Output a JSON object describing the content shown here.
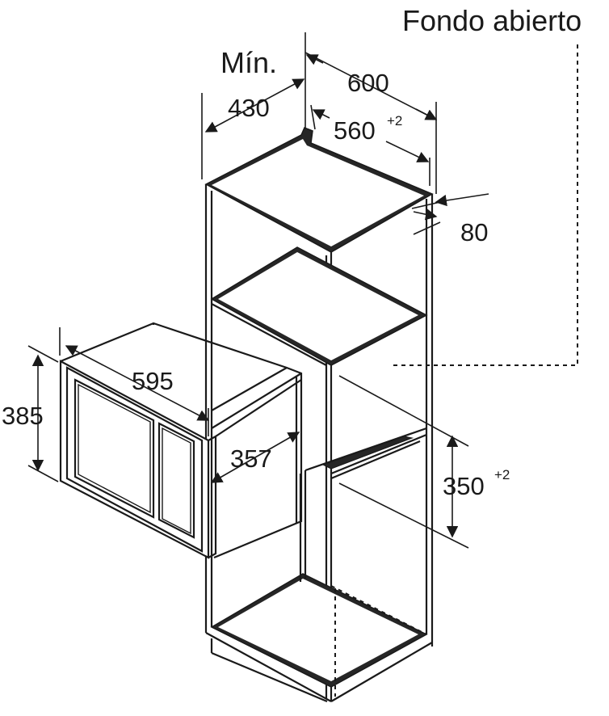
{
  "diagram": {
    "labels": {
      "fondo_abierto": "Fondo abierto",
      "min": "Mín.",
      "d430": "430",
      "d600": "600",
      "d560": "560",
      "d560_sup": "+2",
      "d80": "80",
      "d595": "595",
      "d385": "385",
      "d357": "357",
      "d350": "350",
      "d350_sup": "+2"
    },
    "colors": {
      "line": "#1a1a1a",
      "shelf_fill": "#262626",
      "background": "#ffffff"
    }
  }
}
